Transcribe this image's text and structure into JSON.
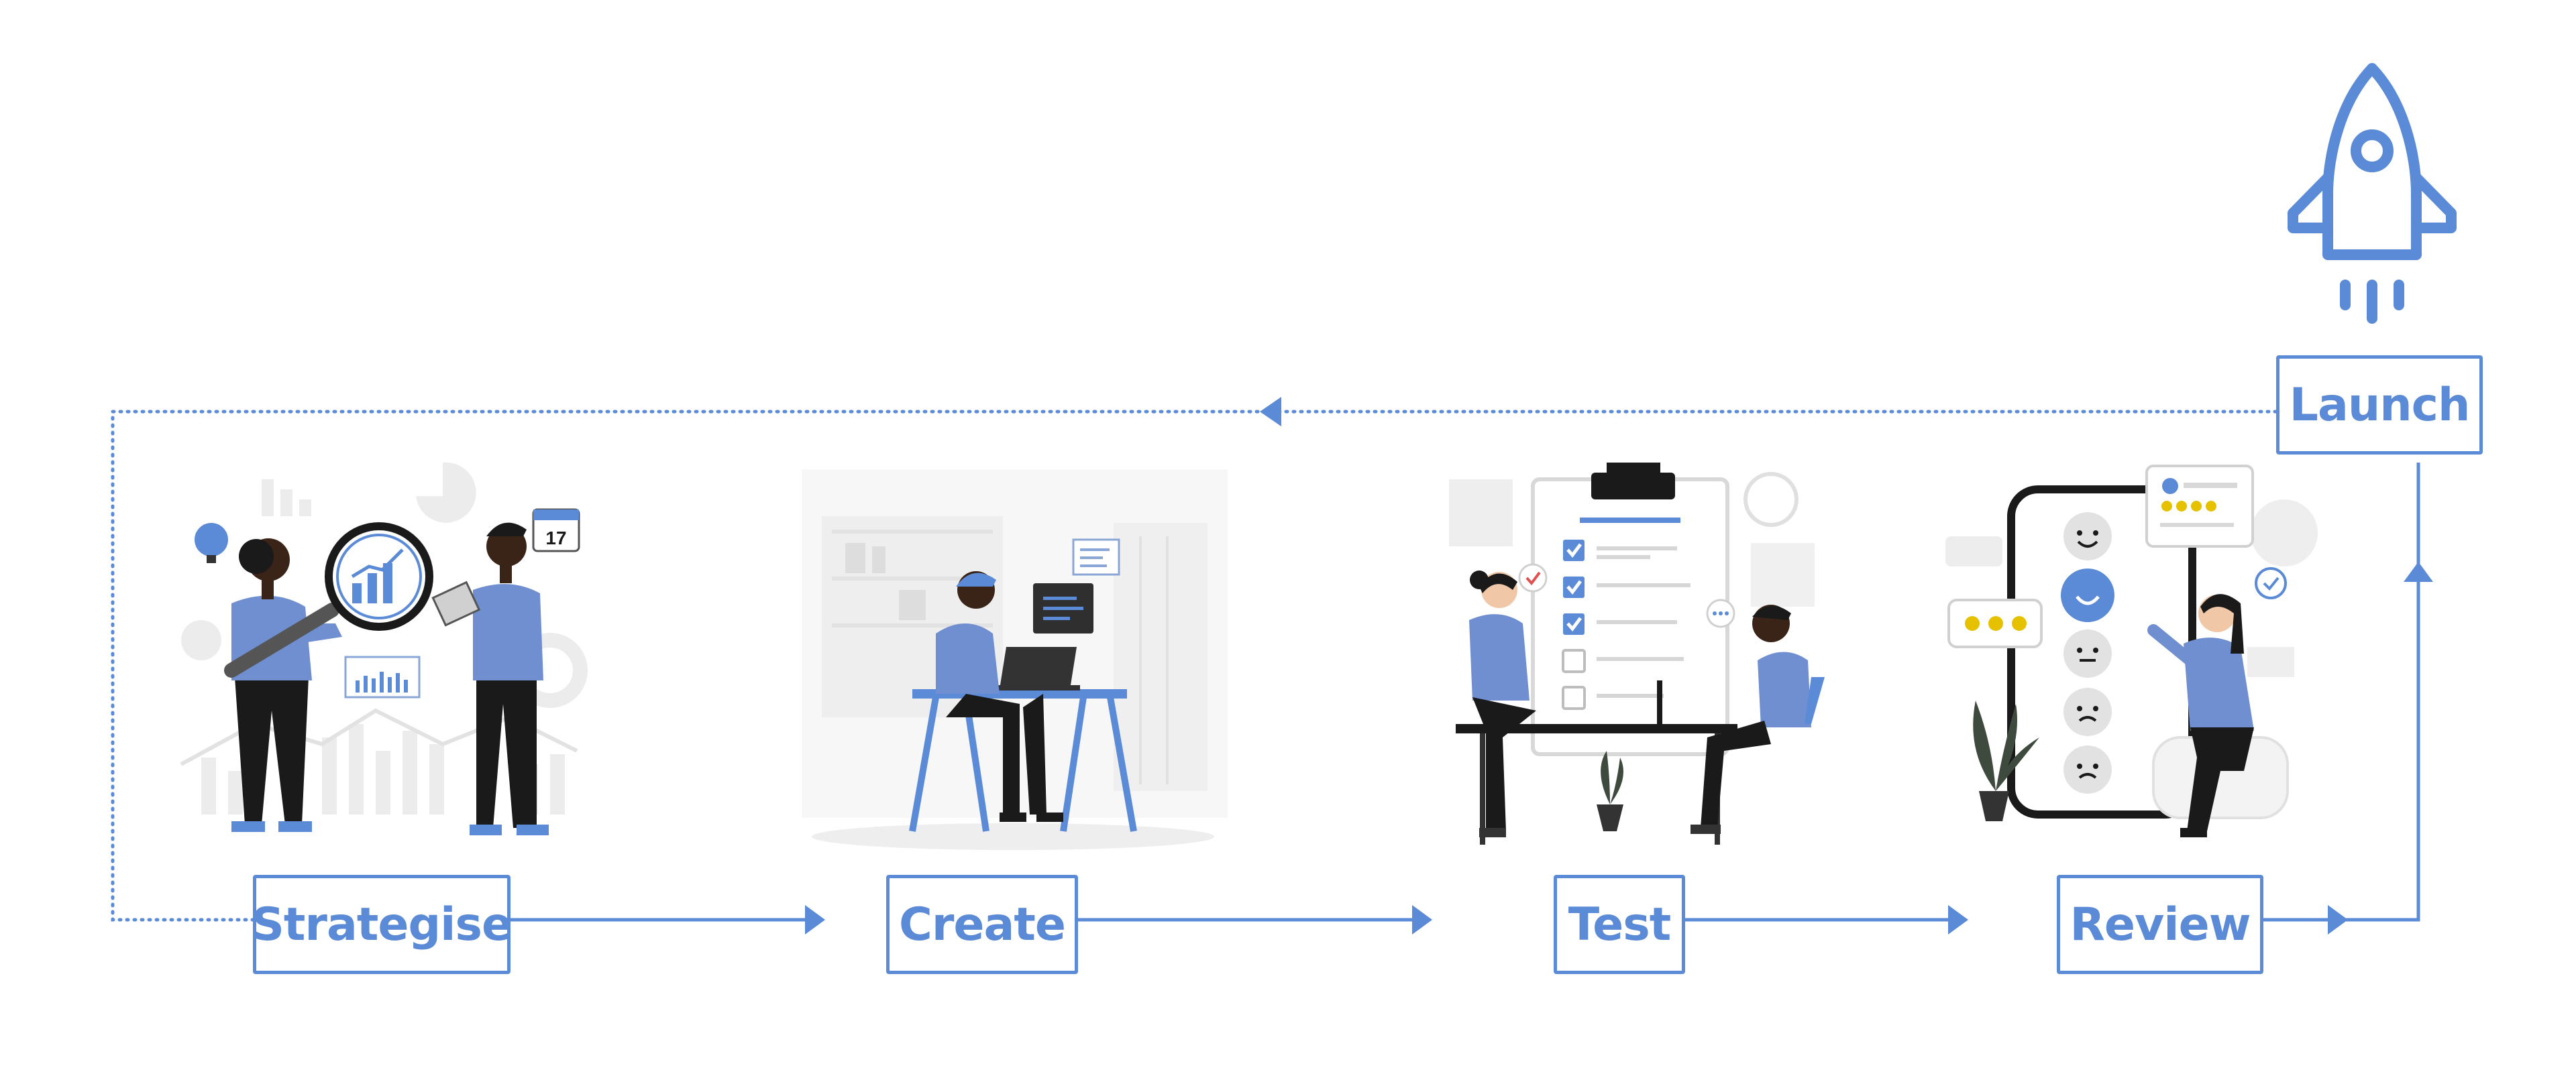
{
  "colors": {
    "accent": "#5b8bd6",
    "skin_dark": "#3a2418",
    "dark": "#1a1a1a",
    "light_gray": "#ececec"
  },
  "steps": [
    {
      "id": "strategise",
      "label": "Strategise"
    },
    {
      "id": "create",
      "label": "Create"
    },
    {
      "id": "test",
      "label": "Test"
    },
    {
      "id": "review",
      "label": "Review"
    },
    {
      "id": "launch",
      "label": "Launch"
    }
  ],
  "calendar_day": "17",
  "icons": [
    "rocket-icon",
    "magnifier-icon",
    "calendar-icon",
    "laptop-icon",
    "clipboard-icon",
    "smartphone-icon",
    "star-rating-icon"
  ]
}
